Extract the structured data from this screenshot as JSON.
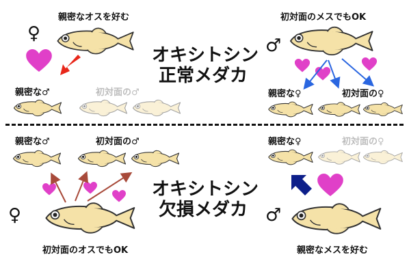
{
  "top": {
    "title_line1": "オキシトシン",
    "title_line2": "正常メダカ",
    "female": {
      "symbol": "♀",
      "caption": "親密なオスを好む",
      "left_label": "親密な♂",
      "right_label": "初対面の♂"
    },
    "male": {
      "symbol": "♂",
      "caption": "初対面のメスでもOK",
      "left_label": "親密な♀",
      "right_label": "初対面の♀"
    }
  },
  "bottom": {
    "title_line1": "オキシトシン",
    "title_line2": "欠損メダカ",
    "female": {
      "symbol": "♀",
      "caption": "初対面のオスでもOK",
      "left_label": "親密な♂",
      "right_label": "初対面の♂"
    },
    "male": {
      "symbol": "♂",
      "caption": "親密なメスを好む",
      "left_label": "親密な♀",
      "right_label": "初対面の♀"
    }
  },
  "colors": {
    "fish_body": "#f5e2a8",
    "fish_outline": "#333333",
    "heart": "#e040c8",
    "red_arrow": "#e8271a",
    "blue_arrow": "#2a66e0",
    "dark_red_arrow": "#a84a3a",
    "navy_arrow": "#0d1f8a"
  }
}
